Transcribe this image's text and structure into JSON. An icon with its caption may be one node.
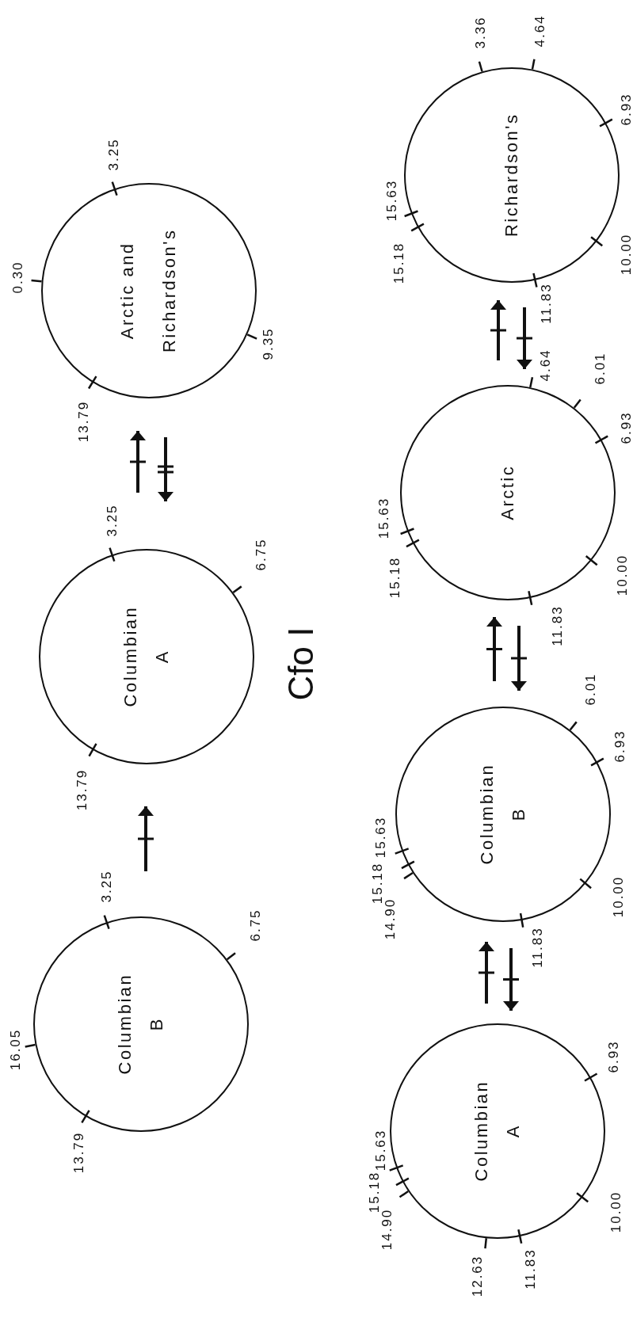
{
  "diagram": {
    "title": "Cfo I",
    "nodes": [
      {
        "text": [
          "Arctic and Richardson's"
        ],
        "beside": [
          "0.30",
          "3.25",
          "9.35",
          "13.79"
        ]
      },
      {
        "text": [
          "Columbian A"
        ],
        "beside": [
          "3.25",
          "6.75",
          "13.79"
        ]
      },
      {
        "text": [
          "Columbian B"
        ],
        "beside": [
          "3.25",
          "6.75",
          "13.79",
          "16.05"
        ]
      },
      {
        "text": [
          "Richardson's"
        ],
        "beside": [
          "3.36",
          "4.64",
          "6.93",
          "10.00",
          "11.83",
          "15.18",
          "15.63"
        ]
      },
      {
        "text": [
          "Arctic"
        ],
        "beside": [
          "4.64",
          "6.01",
          "6.93",
          "10.00",
          "11.83",
          "15.18",
          "15.63"
        ]
      },
      {
        "text": [
          "Columbian B"
        ],
        "beside": [
          "6.01",
          "6.93",
          "10.00",
          "11.83",
          "14.90",
          "15.18",
          "15.63"
        ]
      },
      {
        "text": [
          "Columbian A"
        ],
        "beside": [
          "6.93",
          "10.00",
          "11.83",
          "12.63",
          "14.90",
          "15.18",
          "15.63"
        ]
      }
    ],
    "edges": [
      {
        "from": 2,
        "to": 1,
        "arrow": "to"
      },
      {
        "from": 1,
        "to": 0,
        "arrow": "to"
      },
      {
        "from": 0,
        "to": 1,
        "arrow": "to"
      },
      {
        "from": 4,
        "to": 3,
        "arrow": "to"
      },
      {
        "from": 3,
        "to": 4,
        "arrow": "to"
      },
      {
        "from": 5,
        "to": 4,
        "arrow": "to"
      },
      {
        "from": 4,
        "to": 5,
        "arrow": "to"
      },
      {
        "from": 6,
        "to": 5,
        "arrow": "to"
      },
      {
        "from": 5,
        "to": 6,
        "arrow": "to"
      }
    ]
  }
}
